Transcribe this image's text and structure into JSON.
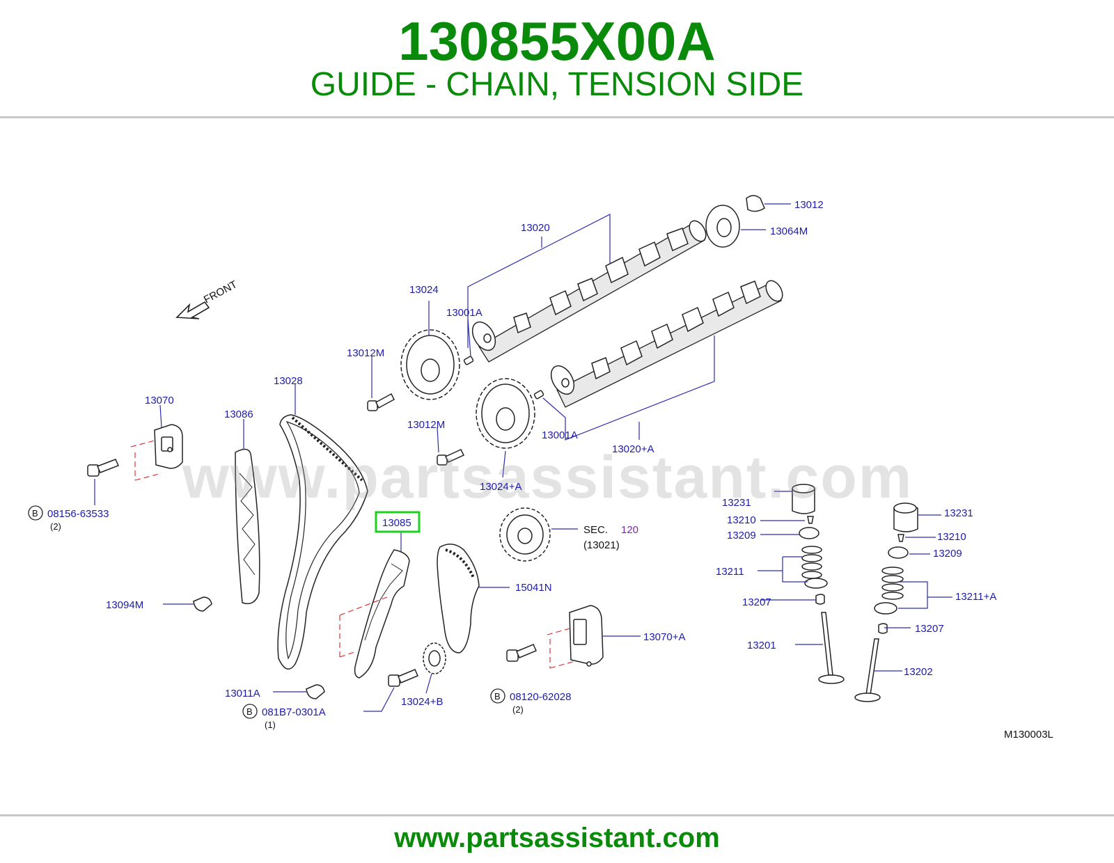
{
  "header": {
    "part_number": "130855X00A",
    "description": "GUIDE - CHAIN, TENSION SIDE"
  },
  "watermark": "www.partsassistant.com",
  "footer": {
    "url": "www.partsassistant.com"
  },
  "diagram": {
    "front_label": "FRONT",
    "figure_code": "M130003L",
    "highlighted_part": "13085",
    "bolt_marker": "B",
    "labels": {
      "p13012": "13012",
      "p13064M": "13064M",
      "p13020": "13020",
      "p13024": "13024",
      "p13001A_top": "13001A",
      "p13012M_top": "13012M",
      "p13028": "13028",
      "p13070": "13070",
      "p13086": "13086",
      "p13012M_mid": "13012M",
      "p13001A_mid": "13001A",
      "p13020A": "13020+A",
      "p13024A": "13024+A",
      "p08156": "08156-63533",
      "p08156_qty": "(2)",
      "p13085": "13085",
      "sec": "SEC.",
      "sec_num": "120",
      "sec_sub": "(13021)",
      "p13094M": "13094M",
      "p15041N": "15041N",
      "p13070A": "13070+A",
      "p13011A": "13011A",
      "p081B7": "081B7-0301A",
      "p081B7_qty": "(1)",
      "p13024B": "13024+B",
      "p08120": "08120-62028",
      "p08120_qty": "(2)",
      "p13231_l": "13231",
      "p13210_l": "13210",
      "p13209_l": "13209",
      "p13211": "13211",
      "p13207_l": "13207",
      "p13201": "13201",
      "p13231_r": "13231",
      "p13210_r": "13210",
      "p13209_r": "13209",
      "p13211A": "13211+A",
      "p13207_r": "13207",
      "p13202": "13202"
    }
  }
}
